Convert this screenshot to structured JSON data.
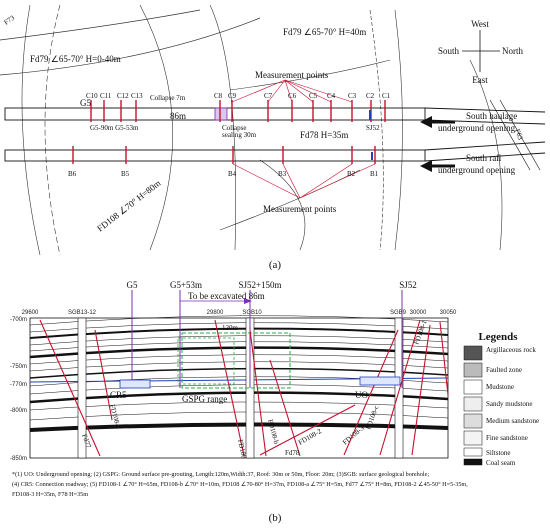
{
  "panel_a": {
    "caption": "(a)",
    "compass": {
      "top": "West",
      "left": "South",
      "right": "North",
      "bottom": "East"
    },
    "fault_labels": {
      "fd79_right": "Fd79 ∠65-70° H=40m",
      "fd79_left": "Fd79 ∠65-70° H=0-40m",
      "fd78": "Fd78 H=35m",
      "fd108": "FD108 ∠70° H=80m",
      "f73": "F73",
      "f63": "F63"
    },
    "measurement_points_top": "Measurement points",
    "measurement_points_bottom": "Measurement points",
    "collapse_top": "Collapse 7m",
    "collapse_lower": "Collapse",
    "collapse_sub": "sealing 30m",
    "dist_86m": "86m",
    "top_points": [
      "C10",
      "C11",
      "C12",
      "C13",
      "C8",
      "C9",
      "C7",
      "C6",
      "C5",
      "C4",
      "C3",
      "C2",
      "C1"
    ],
    "bottom_points": [
      "B6",
      "B5",
      "B4",
      "B3",
      "B2",
      "B1"
    ],
    "g5": "G5",
    "g5_range": "G5-90m G5-53m",
    "sj52": "SJ52",
    "south_haulage": [
      "South haulage",
      "underground opening"
    ],
    "south_rail": [
      "South rail",
      "underground opening"
    ]
  },
  "panel_b": {
    "caption": "(b)",
    "top_labels": {
      "g5": "G5",
      "g5_53": "G5+53m",
      "sj52_150": "SJ52+150m",
      "sj52": "SJ52",
      "excavate": "To be excavated 86m"
    },
    "x_ticks": [
      "29600",
      "SGB13-12",
      "29800",
      "SGB10",
      "SGB9",
      "30000",
      "30050"
    ],
    "y_ticks": [
      "-700m",
      "-750m",
      "-770m",
      "-800m",
      "-850m"
    ],
    "dim_120": "120m",
    "cr5": "CR5",
    "gspg": "GSPG range",
    "uo": "UO",
    "faults": [
      "Fd77",
      "FD108-a",
      "FD108",
      "FD108-b",
      "Fd78",
      "FD108-2",
      "FD108-3",
      "FD108-1",
      "FD108-c"
    ],
    "legend_title": "Legends",
    "legend": [
      "Argillaceous rock",
      "Faulted zone",
      "Mudstone",
      "Sandy mudstone",
      "Medium sandstone",
      "Fine sandstone",
      "Siltstone",
      "Coal seam"
    ],
    "footnote": [
      "*(1) UO: Underground opening; (2) GSPG: Ground surface pre-grouting, Length:120m,Width:37, Roof: 30m or 50m, Floor: 20m; (3)SGB: surface geological borehole;",
      "(4) CR5: Connection roadway; (5) FD108-1 ∠70° H=65m, FD108-b ∠70° H=10m, FD108 ∠70-80° H=37m, FD108-a ∠75° H=5m, Fd77 ∠75° H=8m, FD108-2 ∠45-50° H=5-35m,",
      "FD108-3 H=35m, F78 H=35m"
    ]
  },
  "colors": {
    "purple": "#7a2fb5",
    "red": "#c8102e",
    "blue": "#1f3fbf",
    "green": "#20b040",
    "black": "#111111"
  }
}
